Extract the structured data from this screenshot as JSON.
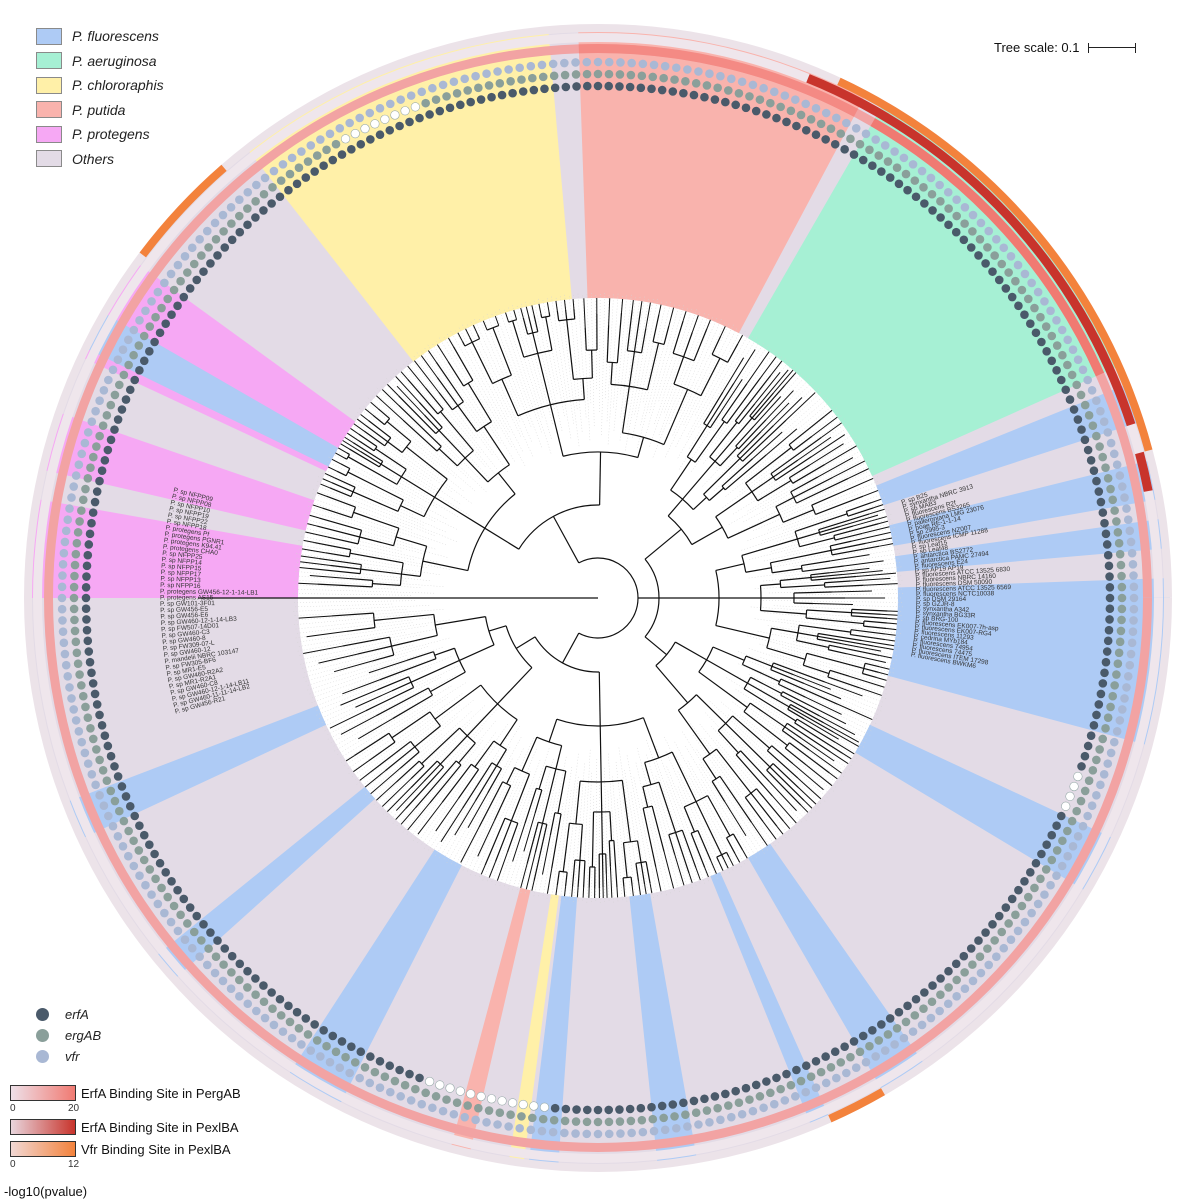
{
  "legend": {
    "species": [
      {
        "label": "P. fluorescens",
        "color": "#aecbf5"
      },
      {
        "label": "P. aeruginosa",
        "color": "#a6f0d4"
      },
      {
        "label": "P. chlororaphis",
        "color": "#fff0a8"
      },
      {
        "label": "P. putida",
        "color": "#f9b3ad"
      },
      {
        "label": "P. protegens",
        "color": "#f6a8f4"
      },
      {
        "label": "Others",
        "color": "#e3dbe6"
      }
    ],
    "genes": [
      {
        "label": "erfA",
        "color": "#4a5a6a"
      },
      {
        "label": "ergAB",
        "color": "#8a9f9a"
      },
      {
        "label": "vfr",
        "color": "#a9b8d4"
      }
    ],
    "heatmap": [
      {
        "label": "ErfA Binding Site in PergAB",
        "color_low": "#eee0e8",
        "color_high": "#f07a72"
      },
      {
        "label": "ErfA Binding Site in PexlBA",
        "color_low": "#e8d5dc",
        "color_high": "#c8342c"
      },
      {
        "label": "Vfr Binding Site in PexlBA",
        "color_low": "#f2d8d4",
        "color_high": "#f3823c"
      }
    ],
    "ticks_top": [
      "0",
      "20"
    ],
    "ticks_bottom": [
      "0",
      "12"
    ],
    "axis_title": "-log10(pvalue)"
  },
  "tree_scale": {
    "label": "Tree scale: 0.1"
  },
  "sectors": [
    {
      "group": "P. protegens",
      "start": 180,
      "end": 190
    },
    {
      "group": "P. protegens",
      "start": 193,
      "end": 199
    },
    {
      "group": "P. protegens",
      "start": 205,
      "end": 216
    },
    {
      "group": "P. chlororaphis",
      "start": 232,
      "end": 265
    },
    {
      "group": "P. putida",
      "start": 268,
      "end": 298
    },
    {
      "group": "P. aeruginosa",
      "start": 300,
      "end": 336
    },
    {
      "group": "P. fluorescens",
      "start": 338,
      "end": 342
    },
    {
      "group": "P. fluorescens",
      "start": 346,
      "end": 350
    },
    {
      "group": "P. fluorescens",
      "start": 352,
      "end": 355
    },
    {
      "group": "P. fluorescens",
      "start": 358,
      "end": 375
    },
    {
      "group": "P. fluorescens",
      "start": 25,
      "end": 31
    },
    {
      "group": "P. fluorescens",
      "start": 55,
      "end": 60
    },
    {
      "group": "P. fluorescens",
      "start": 66,
      "end": 68
    },
    {
      "group": "P. fluorescens",
      "start": 80,
      "end": 84
    },
    {
      "group": "P. fluorescens",
      "start": 94,
      "end": 97
    },
    {
      "group": "P. chlororaphis",
      "start": 97.5,
      "end": 99
    },
    {
      "group": "P. putida",
      "start": 103,
      "end": 105
    },
    {
      "group": "P. fluorescens",
      "start": 117,
      "end": 123
    },
    {
      "group": "P. fluorescens",
      "start": 138,
      "end": 141
    },
    {
      "group": "P. fluorescens",
      "start": 155,
      "end": 159
    },
    {
      "group": "P. fluorescens",
      "start": 206,
      "end": 210
    }
  ],
  "leaf_labels": {
    "left": [
      "P. protegens AS15",
      "P. protegens GW456-12-1-14-LB1",
      "P. sp NFPP16",
      "P. sp NFPP13",
      "P. sp NFPP17",
      "P. sp NFPP15",
      "P. sp NFPP14",
      "P. sp NFPP25",
      "P. protegens CHA0",
      "P. protegens K94.41",
      "P. protegens PGNR1",
      "P. protegens Pf",
      "P. sp NFPP18",
      "P. sp NFPP22",
      "P. sp NFPP19",
      "P. sp NFPP10",
      "P. sp NFPP08",
      "P. sp NFPP09"
    ],
    "left_upper": [
      "P. sp GW101-3F01",
      "P. sp GW456-E5",
      "P. sp GW456-E6",
      "P. sp GW460-12-1-14-LB3",
      "P. sp FW507-14D01",
      "P. sp GW460-C3",
      "P. sp GW460-8",
      "P. sp FW309-07-L",
      "P. sp GW460-12",
      "P. mandelii NBRC 103147",
      "P. sp FW305-BF6",
      "P. sp MR1-E5",
      "P. sp GW460-R2A2",
      "P. sp MR1-R2A1",
      "P. sp GW460-C8",
      "P. sp GW460-12-1-14-LB11",
      "P. sp GW460-11-11-14-LB2",
      "P. sp GW456-R21"
    ],
    "right": [
      "P. fluorescens ATCC 13525 6830",
      "P. fluorescens NBRC 14160",
      "P. fluorescens DSM 50090",
      "P. fluorescens ATCC 13525 6569",
      "P. fluorescens NCTC10038",
      "P. sp DSM 29164",
      "P. sp GZJR-8",
      "P. synxantha A342",
      "P. synxantha BG33R",
      "P. sp BRG-100",
      "P. fluorescens EK007-7h-asp",
      "P. fluorescens EK007-RG4",
      "P. fluorescens 11293",
      "P. cedrina MYb184",
      "P. fluorescens 74954",
      "P. fluorescens 74475",
      "P. fluorescens ITEM 17298",
      "P. fluorescens BWKM6"
    ],
    "right_upper": [
      "P. sp AP19 AP19",
      "P. fluorescens E24",
      "P. antarctica PAMC 27494",
      "P. antarctica BS2772",
      "P. sp Leaf48",
      "P. sp Leaf15",
      "P. fluorescens ICMP 11288",
      "P. fluorescens NZ007",
      "P. sp 2995-3",
      "P. poae RE-1-1-14",
      "P. palleroniana LMG 23076",
      "P. fluorescens BS3265",
      "P. fluorescens R2f",
      "P. sp MAB3",
      "P. synxantha NBRC 3913",
      "P. sp B25"
    ]
  }
}
